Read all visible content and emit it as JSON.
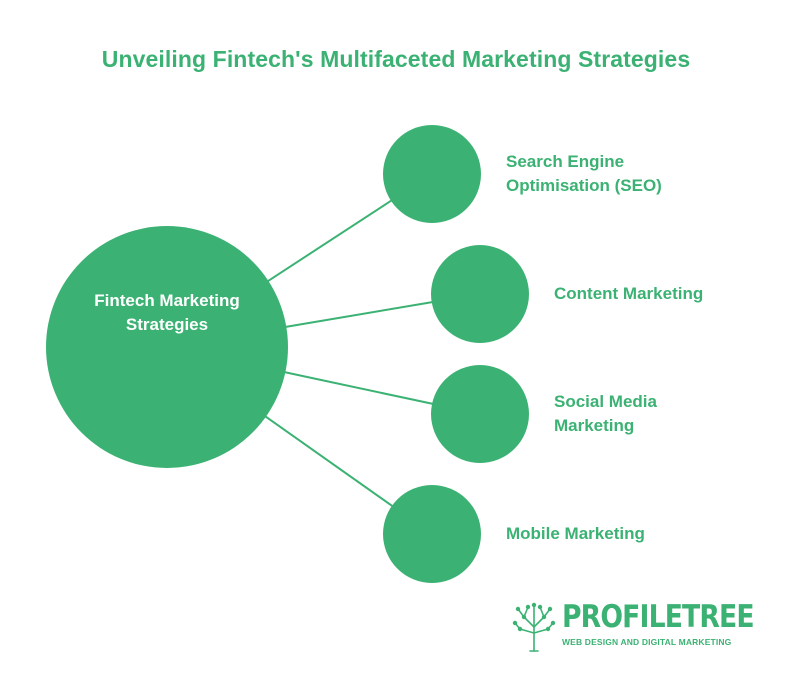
{
  "title": "Unveiling Fintech's Multifaceted Marketing Strategies",
  "center": {
    "label_line1": "Fintech Marketing",
    "label_line2": "Strategies"
  },
  "branches": [
    {
      "label_line1": "Search Engine",
      "label_line2": "Optimisation (SEO)"
    },
    {
      "label_line1": "Content Marketing",
      "label_line2": ""
    },
    {
      "label_line1": "Social Media",
      "label_line2": "Marketing"
    },
    {
      "label_line1": "Mobile Marketing",
      "label_line2": ""
    }
  ],
  "logo": {
    "word_part1": "PROFILE",
    "word_part2": "TREE",
    "tagline": "WEB DESIGN AND DIGITAL MARKETING",
    "icon": "tree-icon"
  },
  "colors": {
    "accent": "#3bb273",
    "line": "#3bb273",
    "text_on_accent": "#ffffff"
  }
}
